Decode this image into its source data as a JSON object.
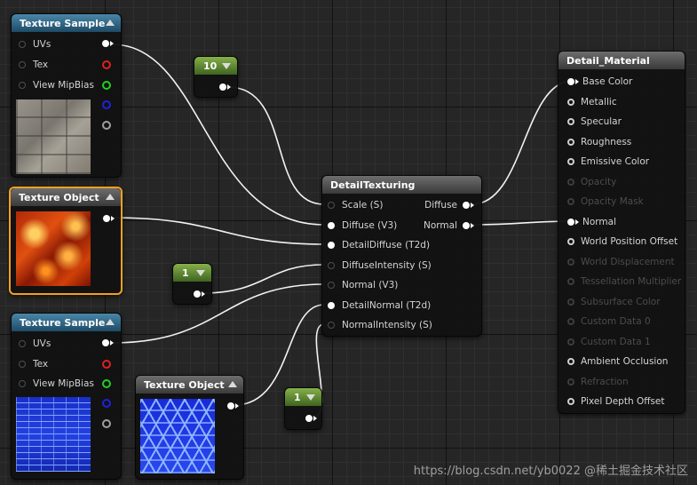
{
  "texture_sample_1": {
    "title": "Texture Sample",
    "inputs": [
      "UVs",
      "Tex",
      "View MipBias"
    ],
    "outputs": [
      {
        "color": "#ffffff",
        "kind": "rgb"
      },
      {
        "color": "#e02020",
        "kind": "r"
      },
      {
        "color": "#20d020",
        "kind": "g"
      },
      {
        "color": "#2020e0",
        "kind": "b"
      },
      {
        "color": "#a0a0a0",
        "kind": "a"
      }
    ]
  },
  "texture_object_1": {
    "title": "Texture Object"
  },
  "texture_sample_2": {
    "title": "Texture Sample",
    "inputs": [
      "UVs",
      "Tex",
      "View MipBias"
    ],
    "outputs": [
      {
        "color": "#ffffff",
        "kind": "rgb"
      },
      {
        "color": "#e02020",
        "kind": "r"
      },
      {
        "color": "#20d020",
        "kind": "g"
      },
      {
        "color": "#2020e0",
        "kind": "b"
      },
      {
        "color": "#a0a0a0",
        "kind": "a"
      }
    ]
  },
  "texture_object_2": {
    "title": "Texture Object"
  },
  "constant_10": {
    "value": "10"
  },
  "constant_1a": {
    "value": "1"
  },
  "constant_1b": {
    "value": "1"
  },
  "detail_texturing": {
    "title": "DetailTexturing",
    "inputs": [
      "Scale (S)",
      "Diffuse (V3)",
      "DetailDiffuse (T2d)",
      "DiffuseIntensity (S)",
      "Normal (V3)",
      "DetailNormal (T2d)",
      "NormalIntensity (S)"
    ],
    "outputs": [
      "Diffuse",
      "Normal"
    ]
  },
  "detail_material": {
    "title": "Detail_Material",
    "pins": [
      {
        "label": "Base Color",
        "enabled": true
      },
      {
        "label": "Metallic",
        "enabled": true
      },
      {
        "label": "Specular",
        "enabled": true
      },
      {
        "label": "Roughness",
        "enabled": true
      },
      {
        "label": "Emissive Color",
        "enabled": true
      },
      {
        "label": "Opacity",
        "enabled": false
      },
      {
        "label": "Opacity Mask",
        "enabled": false
      },
      {
        "label": "Normal",
        "enabled": true
      },
      {
        "label": "World Position Offset",
        "enabled": true
      },
      {
        "label": "World Displacement",
        "enabled": false
      },
      {
        "label": "Tessellation Multiplier",
        "enabled": false
      },
      {
        "label": "Subsurface Color",
        "enabled": false
      },
      {
        "label": "Custom Data 0",
        "enabled": false
      },
      {
        "label": "Custom Data 1",
        "enabled": false
      },
      {
        "label": "Ambient Occlusion",
        "enabled": true
      },
      {
        "label": "Refraction",
        "enabled": false
      },
      {
        "label": "Pixel Depth Offset",
        "enabled": true
      }
    ]
  },
  "watermark": "https://blog.csdn.net/yb0022 @稀土掘金技术社区",
  "colors": {
    "header_blue": "#2c6688",
    "header_gray": "#4a4a4a",
    "header_green": "#5a8a2e",
    "selection": "#f0a020",
    "wire": "#ffffff"
  }
}
